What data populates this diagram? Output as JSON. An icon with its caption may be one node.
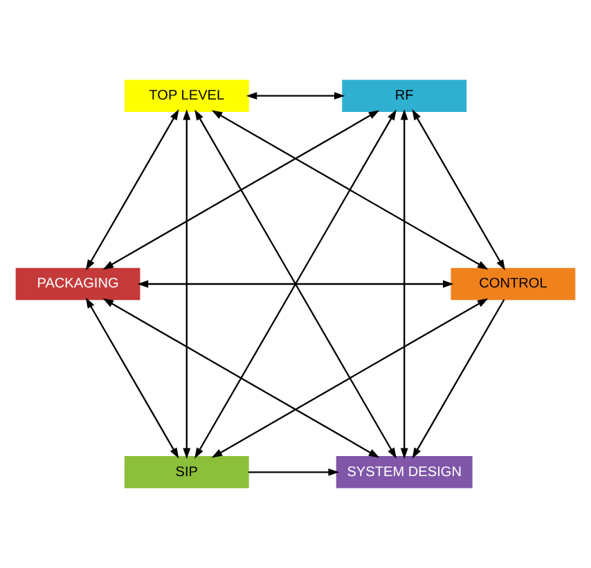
{
  "diagram": {
    "nodes": [
      {
        "text": [
          "SYSTEM DESIGN"
        ]
      },
      {
        "text": [
          "SIP"
        ]
      },
      {
        "text": [
          "CONTROL"
        ]
      },
      {
        "text": [
          "RF"
        ]
      },
      {
        "text": [
          "PACKAGING"
        ]
      },
      {
        "text": [
          "TOP LEVEL"
        ]
      }
    ],
    "edges": [
      {
        "from": 1,
        "to": 0,
        "arrow": "to"
      },
      {
        "from": 2,
        "to": 0,
        "arrow": "to"
      },
      {
        "from": 0,
        "to": 3,
        "arrow": "both"
      },
      {
        "from": 0,
        "to": 4,
        "arrow": "both"
      },
      {
        "from": 0,
        "to": 5,
        "arrow": "both"
      },
      {
        "from": 1,
        "to": 2,
        "arrow": "both"
      },
      {
        "from": 1,
        "to": 3,
        "arrow": "both"
      },
      {
        "from": 1,
        "to": 4,
        "arrow": "both"
      },
      {
        "from": 1,
        "to": 5,
        "arrow": "both"
      },
      {
        "from": 2,
        "to": 3,
        "arrow": "both"
      },
      {
        "from": 2,
        "to": 4,
        "arrow": "both"
      },
      {
        "from": 2,
        "to": 5,
        "arrow": "both"
      },
      {
        "from": 3,
        "to": 4,
        "arrow": "both"
      },
      {
        "from": 3,
        "to": 5,
        "arrow": "both"
      },
      {
        "from": 4,
        "to": 5,
        "arrow": "both"
      }
    ]
  }
}
